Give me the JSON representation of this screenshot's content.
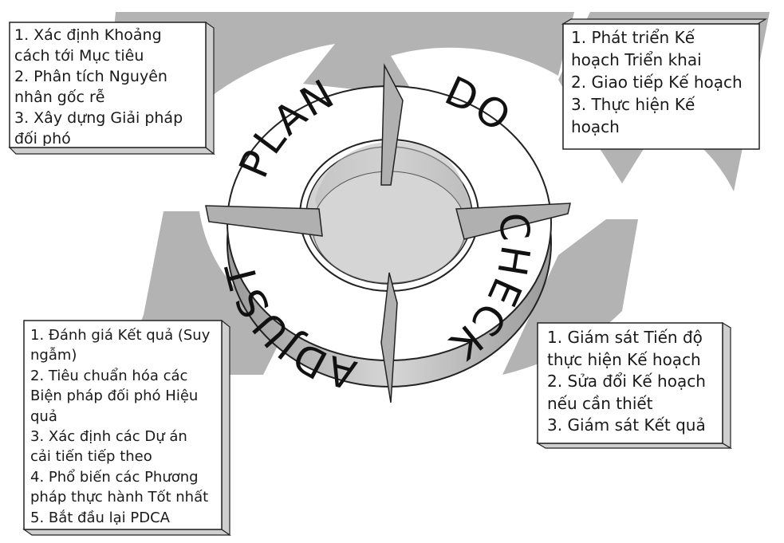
{
  "diagram": {
    "ring_words": {
      "plan": "PLAN",
      "do": "DO",
      "check": "CHECK",
      "adjust": "ADJUST"
    },
    "boxes": {
      "plan": {
        "lines": [
          "1. Xác định Khoảng",
          "cách tới Mục tiêu",
          "2. Phân tích Nguyên",
          "nhân gốc rễ",
          "3. Xây dựng Giải pháp",
          "đối phó"
        ]
      },
      "do": {
        "lines": [
          "1. Phát triển Kế",
          "hoạch Triển khai",
          "2. Giao tiếp Kế hoạch",
          "3. Thực hiện Kế",
          "hoạch"
        ]
      },
      "check": {
        "lines": [
          "1. Giám sát Tiến độ",
          "thực hiện Kế hoạch",
          "2. Sửa đổi Kế hoạch",
          "nếu cần thiết",
          "3. Giám sát Kết quả"
        ]
      },
      "adjust": {
        "lines": [
          "1. Đánh giá Kết quả (Suy",
          "ngẫm)",
          "2. Tiêu chuẩn hóa các",
          "Biện pháp đối phó Hiệu",
          "quả",
          "3. Xác định các Dự án",
          "cải tiến tiếp theo",
          "4. Phổ biến các Phương",
          "pháp thực hành Tốt nhất",
          "5. Bắt đầu lại PDCA"
        ]
      }
    },
    "colors": {
      "background_arrows": "#b3b3b3",
      "ring_face": "#ffffff",
      "ring_side": "#b5b5b5",
      "outline": "#222222",
      "box_side": "#cfcfcf"
    }
  }
}
